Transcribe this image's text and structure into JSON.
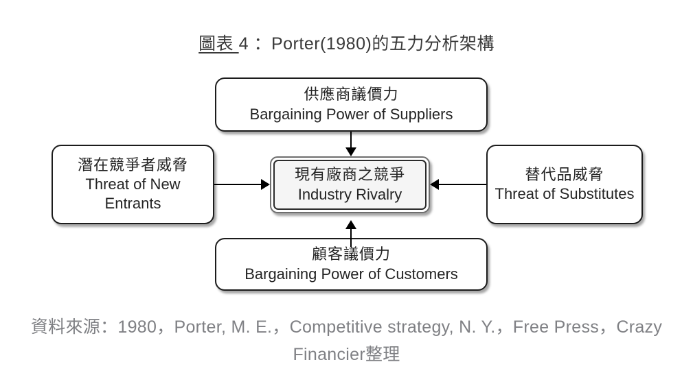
{
  "title": {
    "underlined": "圖表 ",
    "rest": "4 ：Porter(1980)的五力分析架構"
  },
  "boxes": {
    "suppliers": {
      "zh": "供應商議價力",
      "en": "Bargaining Power of Suppliers"
    },
    "new_entrants": {
      "zh": "潛在競爭者威脅",
      "en": "Threat of New Entrants"
    },
    "rivalry": {
      "zh": "現有廠商之競爭",
      "en": "Industry Rivalry"
    },
    "substitutes": {
      "zh": "替代品威脅",
      "en": "Threat of Substitutes"
    },
    "customers": {
      "zh": "顧客議價力",
      "en": "Bargaining Power of Customers"
    }
  },
  "source": {
    "text": "資料來源：1980，Porter, M. E.，Competitive strategy, N. Y.，Free Press，Crazy Financier整理"
  },
  "colors": {
    "box_border": "#1c1c1c",
    "box_text": "#242424",
    "title_text": "#3a3a3a",
    "source_text": "#7f8084",
    "shadow": "#787878",
    "arrow": "#000000"
  }
}
